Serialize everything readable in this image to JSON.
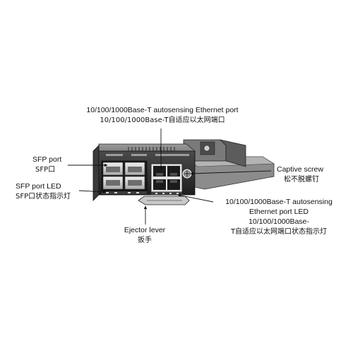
{
  "callouts": {
    "ethernet_port": {
      "label_en": "10/100/1000Base-T autosensing Ethernet port",
      "label_zh": "10/100/1000Base-T自适应以太网端口"
    },
    "sfp_port": {
      "label_en": "SFP port",
      "label_zh": "SFP口"
    },
    "sfp_port_led": {
      "label_en": "SFP port LED",
      "label_zh": "SFP口状态指示灯"
    },
    "captive_screw": {
      "label_en": "Captive screw",
      "label_zh": "松不脱螺钉"
    },
    "ethernet_port_led": {
      "label_en_line1": "10/100/1000Base-T autosensing",
      "label_en_line2": "Ethernet port LED",
      "label_en_line3": "10/100/1000Base-",
      "label_en_line4": "T自适应以太网端口状态指示灯"
    },
    "ejector_lever": {
      "label_en": "Ejector lever",
      "label_zh": "扳手"
    }
  },
  "colors": {
    "card_dark": "#2b2b2b",
    "card_mid": "#6a6a6a",
    "card_light": "#bdbdbd",
    "leader_line": "#111111"
  }
}
